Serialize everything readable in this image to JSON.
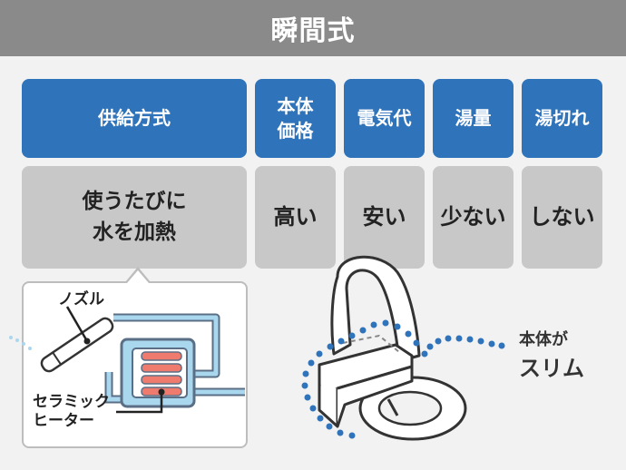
{
  "title": "瞬間式",
  "table": {
    "headers": [
      "供給方式",
      "本体\n価格",
      "電気代",
      "湯量",
      "湯切れ"
    ],
    "values": [
      "使うたびに\n水を加熱",
      "高い",
      "安い",
      "少ない",
      "しない"
    ]
  },
  "diagram": {
    "nozzle_label": "ノズル",
    "heater_label": "セラミック\nヒーター"
  },
  "toilet": {
    "caption_line1": "本体が",
    "caption_line2": "スリム"
  },
  "colors": {
    "title_bg": "#8a8a8a",
    "header_bg": "#2f73bb",
    "cell_bg": "#c8c8c8",
    "heater": "#ef7a6e",
    "water": "#a9d7ee",
    "dots": "#2f73bb"
  }
}
